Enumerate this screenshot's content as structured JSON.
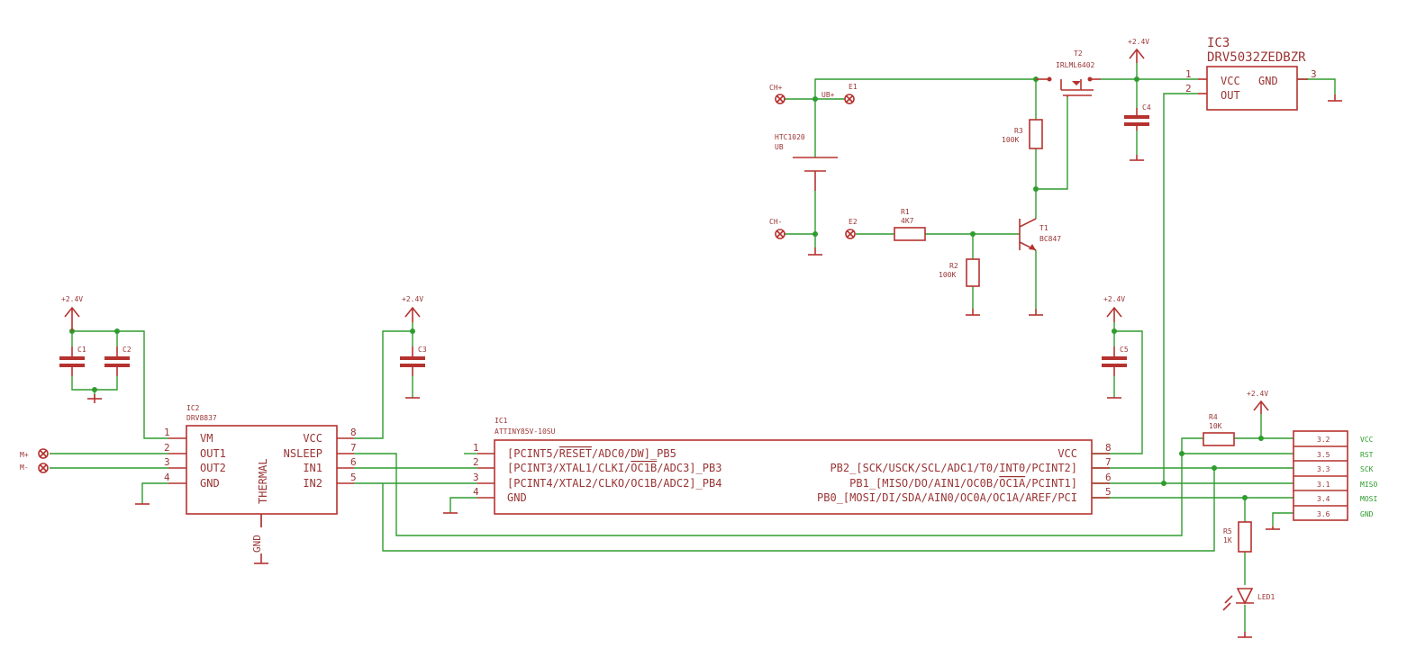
{
  "power_labels": [
    "+2.4V",
    "+2.4V",
    "+2.4V",
    "+2.4V",
    "+2.4V"
  ],
  "ic2": {
    "name": "IC2",
    "value": "DRV8837",
    "pins_left": [
      {
        "num": "1",
        "name": "VM"
      },
      {
        "num": "2",
        "name": "OUT1"
      },
      {
        "num": "3",
        "name": "OUT2"
      },
      {
        "num": "4",
        "name": "GND"
      }
    ],
    "pins_right": [
      {
        "num": "8",
        "name": "VCC"
      },
      {
        "num": "7",
        "name": "NSLEEP"
      },
      {
        "num": "6",
        "name": "IN1"
      },
      {
        "num": "5",
        "name": "IN2"
      }
    ],
    "thermal": "THERMAL",
    "gnd": "GND"
  },
  "ic1": {
    "name": "IC1",
    "value": "ATTINY85V-10SU",
    "pins_left": [
      {
        "num": "1",
        "pre": "[PCINT5/",
        "over": "RESET",
        "post": "/ADC0/DW]_PB5"
      },
      {
        "num": "2",
        "pre": "[PCINT3/XTAL1/CLKI/",
        "over": "OC1B",
        "post": "/ADC3]_PB3"
      },
      {
        "num": "3",
        "pre": "[PCINT4/XTAL2/CLKO/OC1B/ADC2]_PB4",
        "over": "",
        "post": ""
      },
      {
        "num": "4",
        "pre": "GND",
        "over": "",
        "post": ""
      }
    ],
    "pins_right": [
      {
        "num": "8",
        "label": "VCC"
      },
      {
        "num": "7",
        "label": "PB2_[SCK/USCK/SCL/ADC1/T0/INT0/PCINT2]"
      },
      {
        "num": "6",
        "pre": "PB1_[MISO/DO/AIN1/OC0B/",
        "over": "OC1A",
        "post": "/PCINT1]"
      },
      {
        "num": "5",
        "label": "PB0_[MOSI/DI/SDA/AIN0/OC0A/OC1A/AREF/PCI"
      }
    ]
  },
  "ic3": {
    "name": "IC3",
    "value": "DRV5032ZEDBZR",
    "vcc": "VCC",
    "gnd": "GND",
    "out": "OUT",
    "pin1": "1",
    "pin2": "2",
    "pin3": "3"
  },
  "caps": [
    "C1",
    "C2",
    "C3",
    "C4",
    "C5"
  ],
  "motor": [
    "M+",
    "M-"
  ],
  "pads": {
    "ch_plus": "CH+",
    "ch_minus": "CH-",
    "e1": "E1",
    "e2": "E2",
    "ub_plus": "UB+"
  },
  "battery": {
    "name": "HTC1020",
    "net": "UB"
  },
  "t2": {
    "name": "T2",
    "value": "IRLML6402"
  },
  "t1": {
    "name": "T1",
    "value": "BC847"
  },
  "r1": {
    "name": "R1",
    "value": "4K7"
  },
  "r2": {
    "name": "R2",
    "value": "100K"
  },
  "r3": {
    "name": "R3",
    "value": "100K"
  },
  "r4": {
    "name": "R4",
    "value": "10K"
  },
  "r5": {
    "name": "R5",
    "value": "1K"
  },
  "led": {
    "name": "LED1"
  },
  "header": {
    "pins": [
      "3.2",
      "3.5",
      "3.3",
      "3.1",
      "3.4",
      "3.6"
    ],
    "nets": [
      "VCC",
      "RST",
      "SCK",
      "MISO",
      "MOSI",
      "GND"
    ]
  }
}
